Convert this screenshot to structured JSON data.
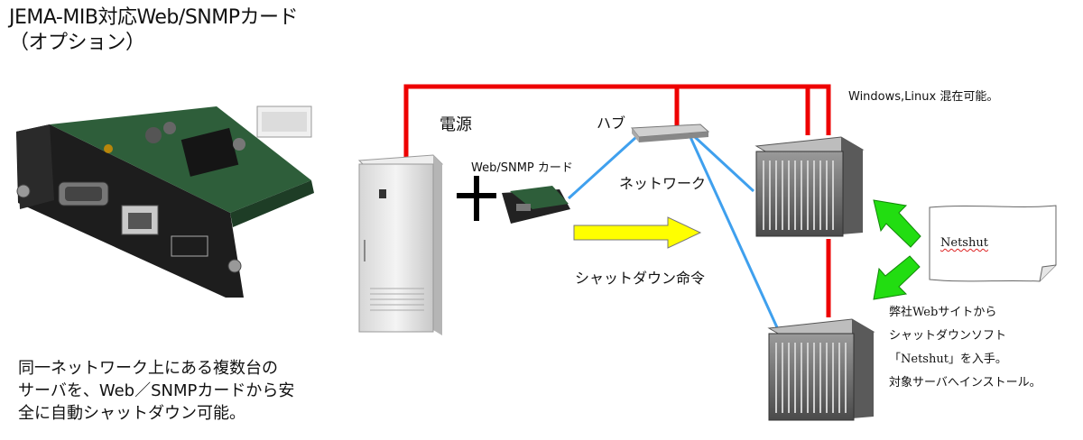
{
  "title": {
    "line1": "JEMA-MIB対応Web/SNMPカード",
    "line2": "（オプション）"
  },
  "labels": {
    "power": "電源",
    "hub": "ハブ",
    "card": "Web/SNMP  カード",
    "network": "ネットワーク",
    "shutdown_command": "シャットダウン命令",
    "os_mix": "Windows,Linux 混在可能。"
  },
  "document": {
    "label": "Netshut"
  },
  "note": {
    "lines": [
      "弊社Webサイトから",
      "シャットダウンソフト",
      "「Netshut」を入手。",
      "対象サーバへインストール。"
    ]
  },
  "caption": {
    "lines": [
      "同一ネットワーク上にある複数台の",
      "サーバを、Web／SNMPカードから安",
      "全に自動シャットダウン可能。"
    ]
  },
  "colors": {
    "power_line": "#ee0000",
    "network_line": "#3fa0ee",
    "command_arrow": "#ffff00",
    "install_arrow": "#22dd11",
    "board": "#2e5e3a"
  },
  "icons": {
    "card": "network-card-icon",
    "ups": "ups-cabinet-icon",
    "hub": "network-hub-icon",
    "server": "blade-server-icon",
    "document": "document-icon"
  }
}
